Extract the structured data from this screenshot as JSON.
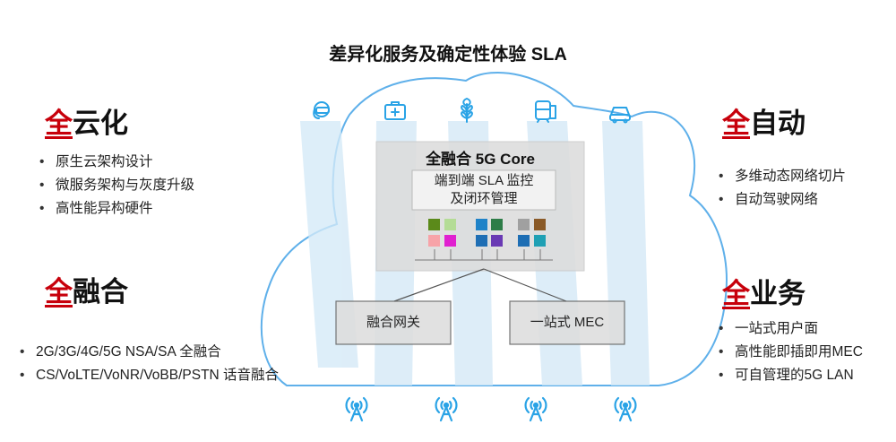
{
  "title": "差异化服务及确定性体验 SLA",
  "sections": {
    "cloud": {
      "heading_first": "全",
      "heading_rest": "云化",
      "items": [
        "原生云架构设计",
        "微服务架构与灰度升级",
        "高性能异构硬件"
      ]
    },
    "fusion": {
      "heading_first": "全",
      "heading_rest": "融合",
      "items": [
        "2G/3G/4G/5G NSA/SA 全融合",
        "CS/VoLTE/VoNR/VoBB/PSTN 话音融合"
      ]
    },
    "auto": {
      "heading_first": "全",
      "heading_rest": "自动",
      "items": [
        "多维动态网络切片",
        "自动驾驶网络"
      ]
    },
    "service": {
      "heading_first": "全",
      "heading_rest": "业务",
      "items": [
        "一站式用户面",
        "高性能即插即用MEC",
        "可自管理的5G LAN"
      ]
    }
  },
  "core": {
    "title": "全融合 5G Core",
    "monitor_line1": "端到端 SLA 监控",
    "monitor_line2": "及闭环管理",
    "module_colors": [
      "#5b8a1a",
      "#b4dc96",
      "#1e82c8",
      "#2e7d48",
      "#a0a0a0",
      "#8a5a28",
      "#f7a3a8",
      "#e020d0",
      "#1e6eb4",
      "#6a3ab4",
      "#1e6eb4",
      "#1fa0b4"
    ]
  },
  "gateways": {
    "left": "融合网关",
    "right": "一站式 MEC"
  },
  "icons": [
    "vr-headset-icon",
    "medical-kit-icon",
    "wheat-icon",
    "train-icon",
    "car-icon"
  ],
  "antenna_icon": "antenna-icon",
  "colors": {
    "accent": "#c7000b",
    "cloud_stroke": "#5fb0ea",
    "pillar": "#d4e9f7",
    "icon": "#2aa3e6"
  }
}
